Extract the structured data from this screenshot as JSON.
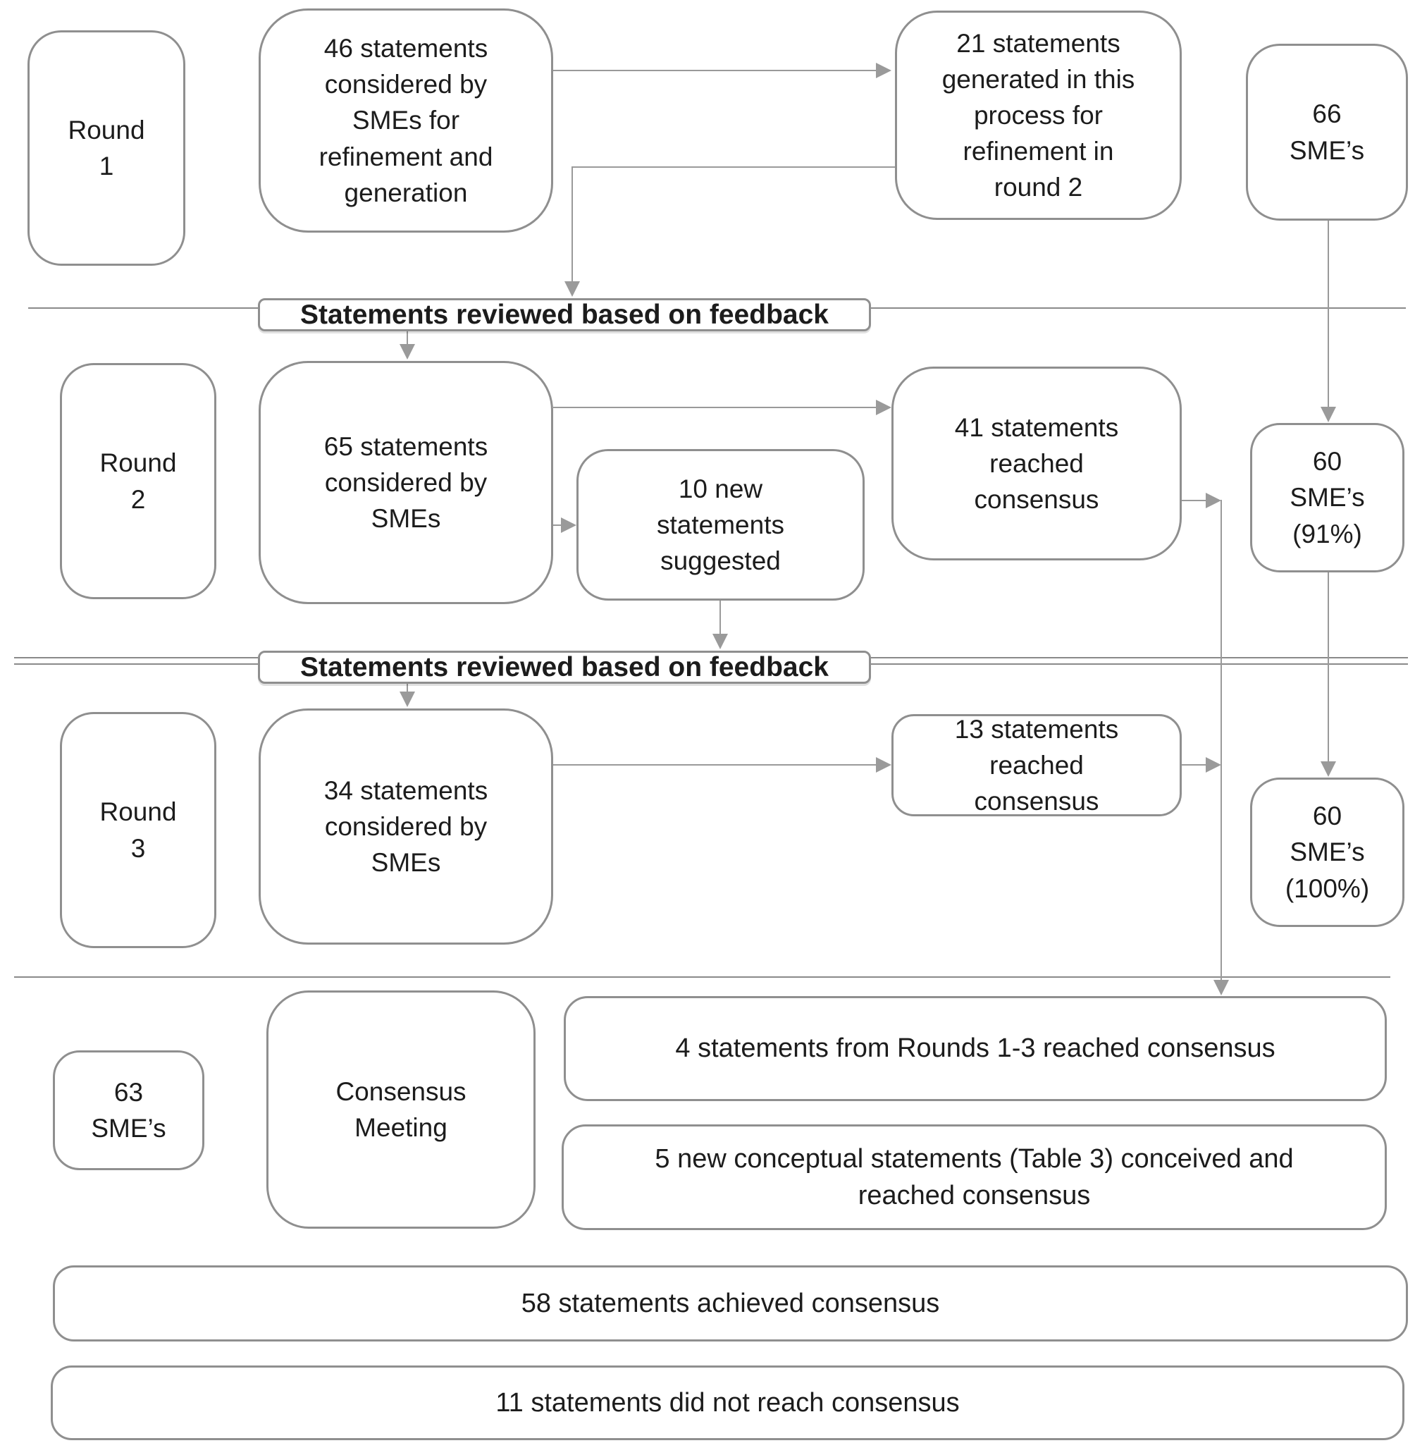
{
  "colors": {
    "background": "#ffffff",
    "box_border": "#8f8f8f",
    "connector": "#9a9a9a",
    "text": "#1c1c1c"
  },
  "round_labels": {
    "round1": "Round\n1",
    "round2": "Round\n2",
    "round3": "Round\n3"
  },
  "review_bar": {
    "label": "Statements reviewed based on feedback"
  },
  "row1": {
    "box46": "46 statements\nconsidered by\nSMEs for\nrefinement and\ngeneration",
    "box21": "21 statements\ngenerated in this\nprocess for\nrefinement in\nround 2",
    "box66": "66\nSME’s"
  },
  "row2": {
    "box65": "65 statements\nconsidered by\nSMEs",
    "box10": "10 new\nstatements\nsuggested",
    "box41": "41 statements\nreached\nconsensus",
    "box60": "60\nSME’s\n(91%)"
  },
  "row3": {
    "box34": "34 statements\nconsidered by\nSMEs",
    "box13": "13 statements\nreached\nconsensus",
    "box60": "60\nSME’s\n(100%)"
  },
  "bottom": {
    "box63": "63\nSME’s",
    "meeting": "Consensus\nMeeting",
    "box4": "4 statements  from Rounds 1-3 reached consensus",
    "box5": "5 new conceptual statements (Table 3) conceived and\nreached consensus",
    "bar58": "58 statements achieved consensus",
    "bar11": "11 statements did not reach consensus"
  }
}
